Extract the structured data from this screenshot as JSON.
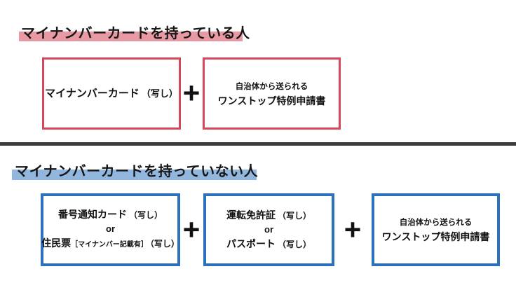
{
  "symbols": {
    "plus": "+"
  },
  "divider": {
    "color": "#3c3c3c"
  },
  "have_card": {
    "heading": "マイナンバーカードを持っている人",
    "highlight_color": "#e999a4",
    "border_color": "#d3495b",
    "card_box": {
      "main": "マイナンバーカード",
      "note": "（写し）"
    },
    "form_box": {
      "line1": "自治体から送られる",
      "line2": "ワンストップ特例申請書"
    }
  },
  "no_card": {
    "heading": "マイナンバーカードを持っていない人",
    "highlight_color": "#92b7de",
    "border_color": "#2d71bd",
    "id_box": {
      "line1_main": "番号通知カード",
      "line1_note": "（写し）",
      "or": "or",
      "line3_main": "住民票",
      "line3_bracket": "［マイナンバー記載有］",
      "line3_note": "（写し）"
    },
    "photo_id_box": {
      "line1_main": "運転免許証",
      "line1_note": "（写し）",
      "or": "or",
      "line3_main": "パスポート",
      "line3_note": "（写し）"
    },
    "form_box": {
      "line1": "自治体から送られる",
      "line2": "ワンストップ特例申請書"
    }
  }
}
